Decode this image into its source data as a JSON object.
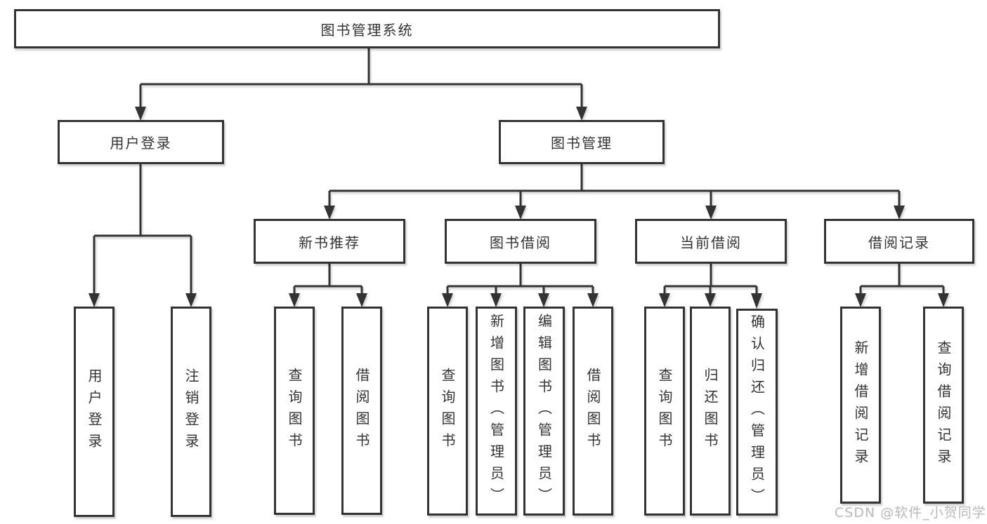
{
  "tree": {
    "root": {
      "label": "图书管理系统"
    },
    "branches": [
      {
        "label": "用户登录",
        "leaves": [
          {
            "label": "用户登录"
          },
          {
            "label": "注销登录"
          }
        ]
      },
      {
        "label": "图书管理",
        "groups": [
          {
            "label": "新书推荐",
            "leaves": [
              {
                "label": "查询图书"
              },
              {
                "label": "借阅图书"
              }
            ]
          },
          {
            "label": "图书借阅",
            "leaves": [
              {
                "label": "查询图书"
              },
              {
                "label": "新增图书（管理员）"
              },
              {
                "label": "编辑图书（管理员）"
              },
              {
                "label": "借阅图书"
              }
            ]
          },
          {
            "label": "当前借阅",
            "leaves": [
              {
                "label": "查询图书"
              },
              {
                "label": "归还图书"
              },
              {
                "label": "确认归还（管理员）"
              }
            ]
          },
          {
            "label": "借阅记录",
            "leaves": [
              {
                "label": "新增借阅记录"
              },
              {
                "label": "查询借阅记录"
              }
            ]
          }
        ]
      }
    ]
  },
  "watermark": {
    "text": "CSDN @软件_小贺同学",
    "color": "#bdb7b7"
  },
  "colors": {
    "line": "#333333",
    "box_border": "#333333",
    "text": "#333333",
    "background": "#ffffff"
  }
}
